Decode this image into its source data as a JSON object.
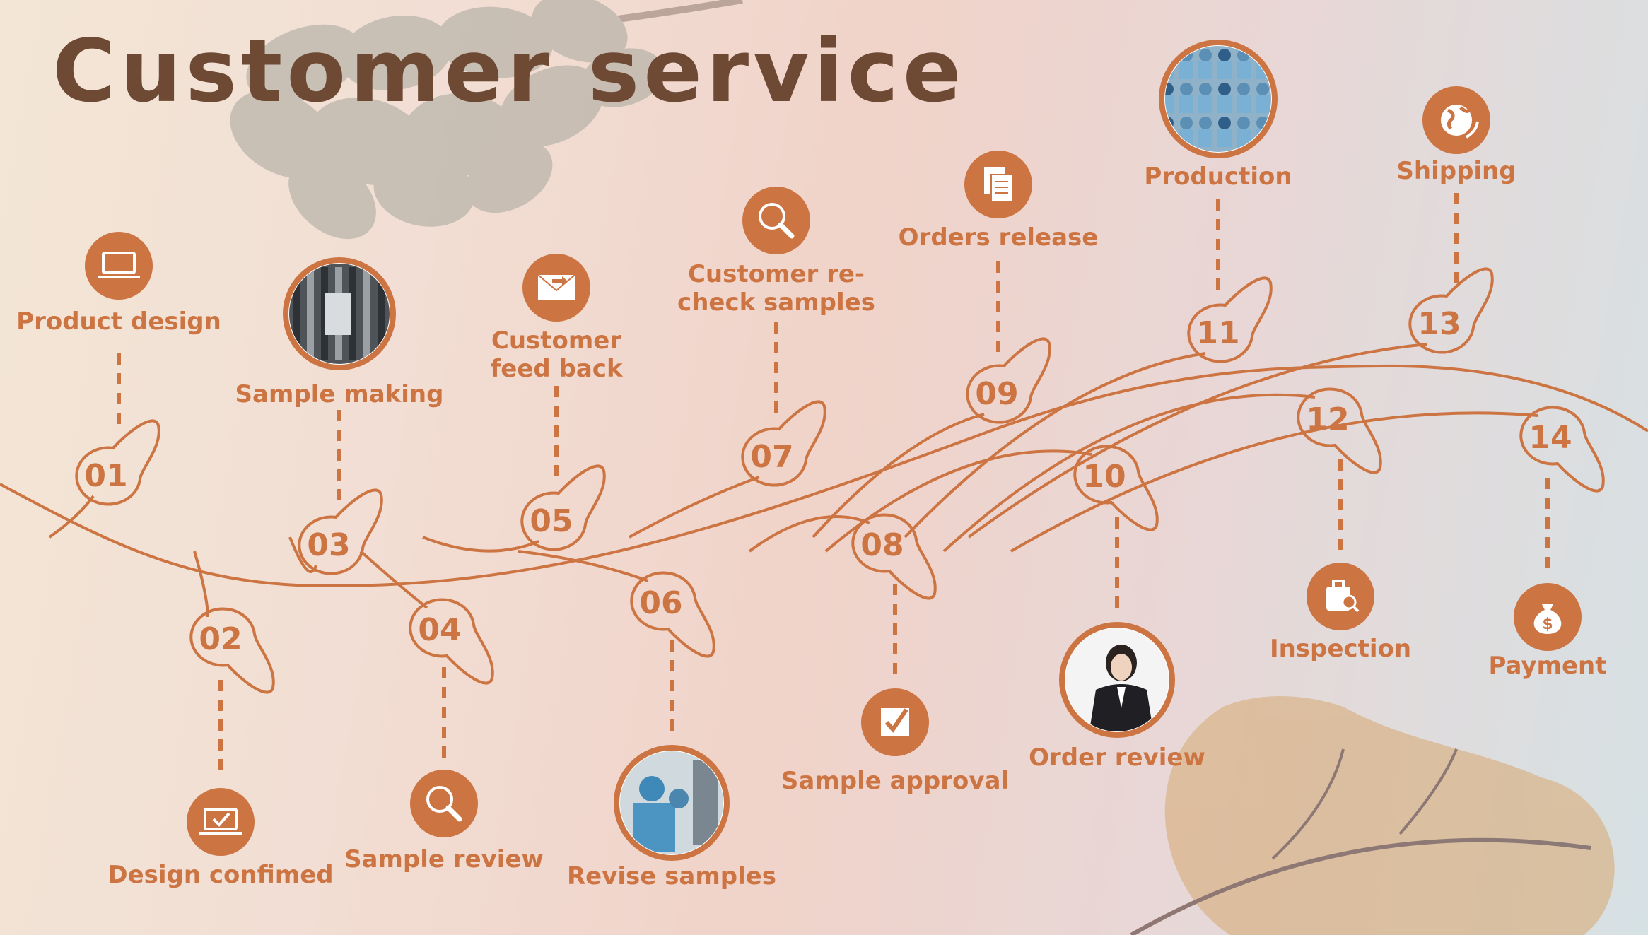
{
  "title": "Customer service",
  "colors": {
    "accent": "#cd7443",
    "title": "#6e4a35"
  },
  "steps": [
    {
      "number": "01",
      "label": "Product design",
      "icon": "laptop-icon"
    },
    {
      "number": "02",
      "label": "Design confimed",
      "icon": "laptop-check-icon"
    },
    {
      "number": "03",
      "label": "Sample making",
      "icon": "factory-photo"
    },
    {
      "number": "04",
      "label": "Sample review",
      "icon": "magnifier-icon"
    },
    {
      "number": "05",
      "label": "Customer\nfeed back",
      "icon": "envelope-icon"
    },
    {
      "number": "06",
      "label": "Revise samples",
      "icon": "workers-photo"
    },
    {
      "number": "07",
      "label": "Customer re-\ncheck samples",
      "icon": "magnifier-icon"
    },
    {
      "number": "08",
      "label": "Sample approval",
      "icon": "checkbox-icon"
    },
    {
      "number": "09",
      "label": "Orders release",
      "icon": "documents-icon"
    },
    {
      "number": "10",
      "label": "Order review",
      "icon": "operator-photo"
    },
    {
      "number": "11",
      "label": "Production",
      "icon": "production-photo"
    },
    {
      "number": "12",
      "label": "Inspection",
      "icon": "luggage-inspect-icon"
    },
    {
      "number": "13",
      "label": "Shipping",
      "icon": "globe-icon"
    },
    {
      "number": "14",
      "label": "Payment",
      "icon": "money-bag-icon"
    }
  ]
}
